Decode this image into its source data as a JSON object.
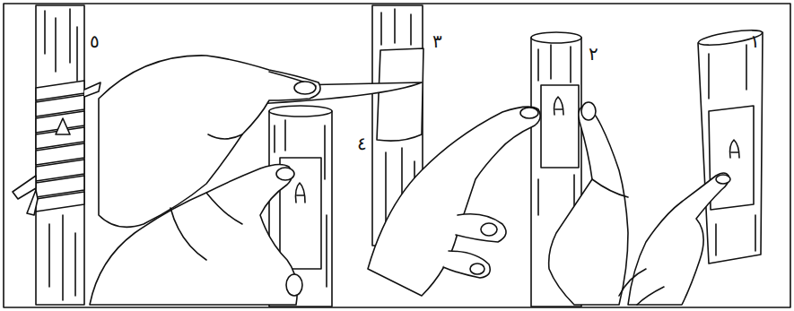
{
  "diagram": {
    "labels": [
      "١",
      "٢",
      "٣",
      "٤",
      "٥"
    ]
  }
}
